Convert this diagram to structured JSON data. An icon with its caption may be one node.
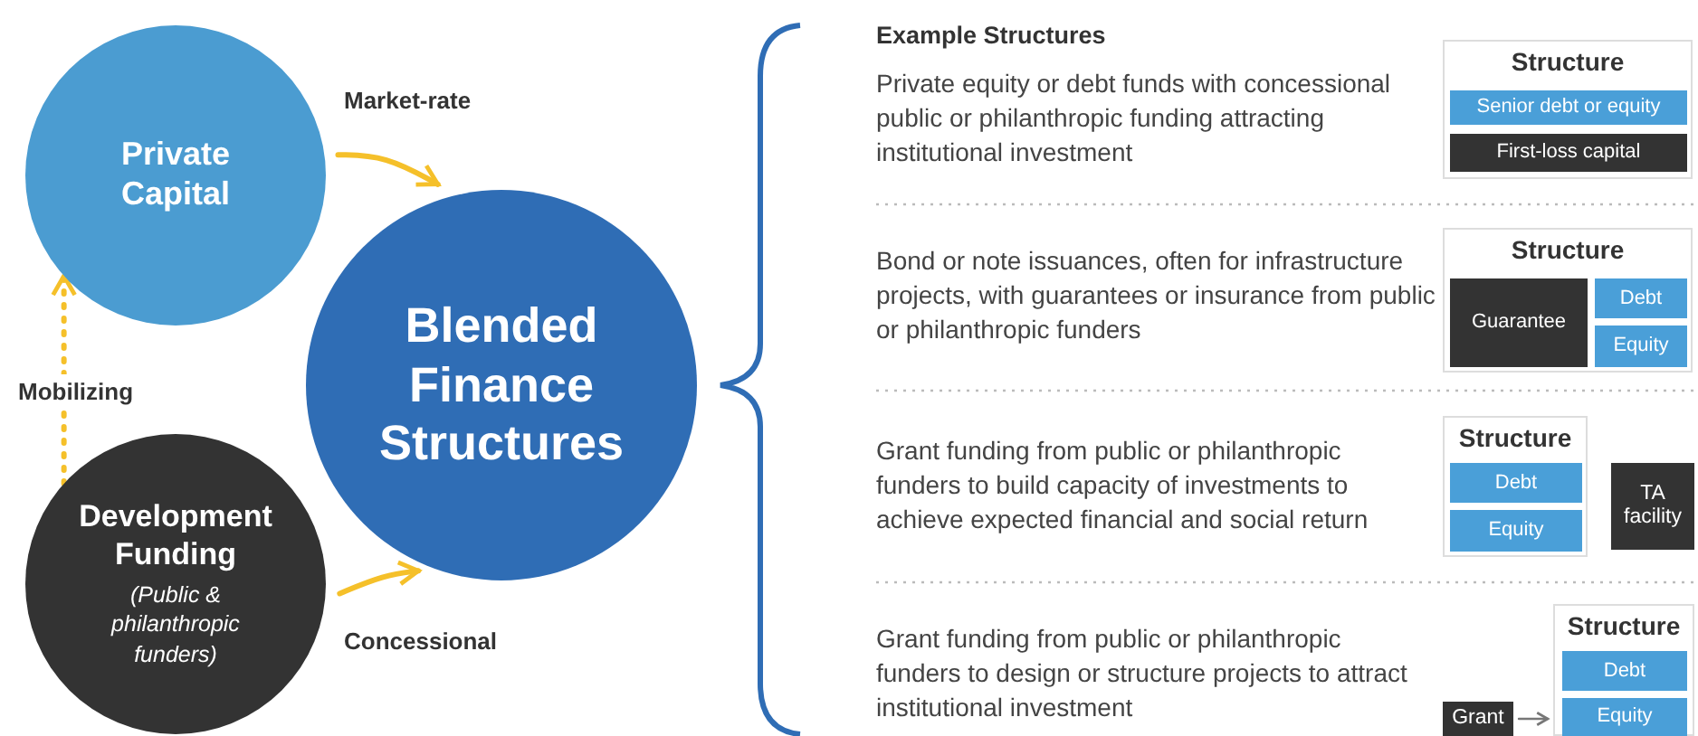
{
  "diagram": {
    "nodes": [
      {
        "text": [
          "Private Capital"
        ]
      },
      {
        "text": [
          "Blended Finance Structures"
        ]
      },
      {
        "text": [
          "Development Funding",
          "(Public & philanthropic funders)"
        ]
      },
      {
        "text": [
          "Structure"
        ]
      },
      {
        "text": [
          "Senior debt or equity"
        ],
        "in": 3
      },
      {
        "text": [
          "First-loss capital"
        ],
        "in": 3
      },
      {
        "text": [
          "Structure"
        ]
      },
      {
        "text": [
          "Guarantee"
        ],
        "in": 6
      },
      {
        "text": [
          "Debt"
        ],
        "in": 6
      },
      {
        "text": [
          "Equity"
        ],
        "in": 6
      },
      {
        "text": [
          "Structure"
        ]
      },
      {
        "text": [
          "Debt"
        ],
        "in": 10
      },
      {
        "text": [
          "Equity"
        ],
        "in": 10
      },
      {
        "text": [
          "TA facility"
        ]
      },
      {
        "text": [
          "Grant"
        ]
      },
      {
        "text": [
          "Structure"
        ]
      },
      {
        "text": [
          "Debt"
        ],
        "in": 15
      },
      {
        "text": [
          "Equity"
        ],
        "in": 15
      }
    ],
    "edges": [
      {
        "from": 0,
        "to": 1,
        "arrow": "to",
        "label": "Market-rate"
      },
      {
        "from": 2,
        "to": 1,
        "arrow": "to",
        "label": "Concessional"
      },
      {
        "from": 2,
        "to": 0,
        "arrow": "to",
        "label": "Mobilizing",
        "style": "dashed"
      },
      {
        "from": 14,
        "to": 15,
        "arrow": "to",
        "color": "#777777"
      }
    ],
    "labels": [
      "Example Structures",
      "Private equity or debt funds with concessional public or philanthropic funding attracting institutional investment",
      "Bond or note issuances, often for infrastructure projects, with guarantees or insurance from public or philanthropic funders",
      "Grant funding from public or philanthropic funders to build capacity of investments to achieve expected financial and social return",
      "Grant funding from public or philanthropic funders to design or structure projects to attract institutional investment"
    ]
  }
}
